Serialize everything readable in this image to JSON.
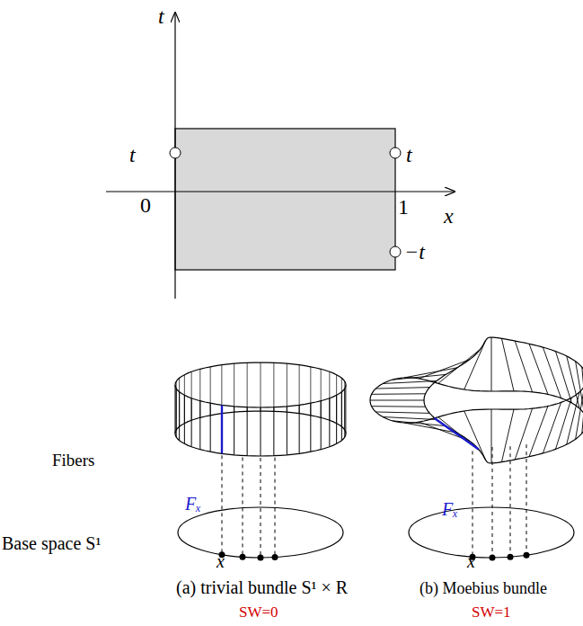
{
  "diagram": {
    "labels": [
      "t",
      "t",
      "t",
      "−t",
      "0",
      "1",
      "x",
      "Fibers",
      "Fₓ",
      "x",
      "Base space S¹",
      "(a) trivial bundle S¹ × R",
      "SW=0",
      "Fₓ",
      "x",
      "(b) Moebius bundle",
      "SW=1"
    ]
  }
}
